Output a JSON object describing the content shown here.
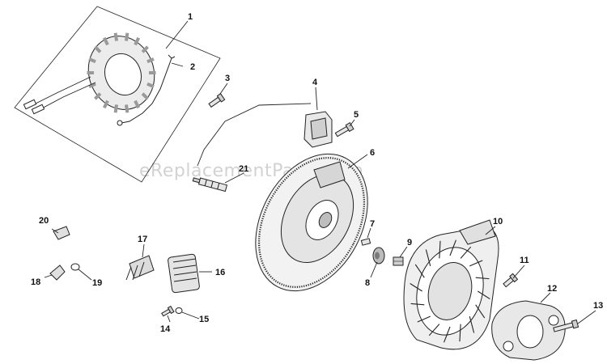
{
  "watermark": "eReplacementParts.com",
  "callouts": {
    "c1": "1",
    "c2": "2",
    "c3": "3",
    "c4": "4",
    "c5": "5",
    "c6": "6",
    "c7": "7",
    "c8": "8",
    "c9": "9",
    "c10": "10",
    "c11": "11",
    "c12": "12",
    "c13": "13",
    "c14": "14",
    "c15": "15",
    "c16": "16",
    "c17": "17",
    "c18": "18",
    "c19": "19",
    "c20": "20",
    "c21": "21"
  },
  "colors": {
    "ink": "#222222",
    "watermark": "#d2d2d2",
    "background": "#ffffff"
  }
}
